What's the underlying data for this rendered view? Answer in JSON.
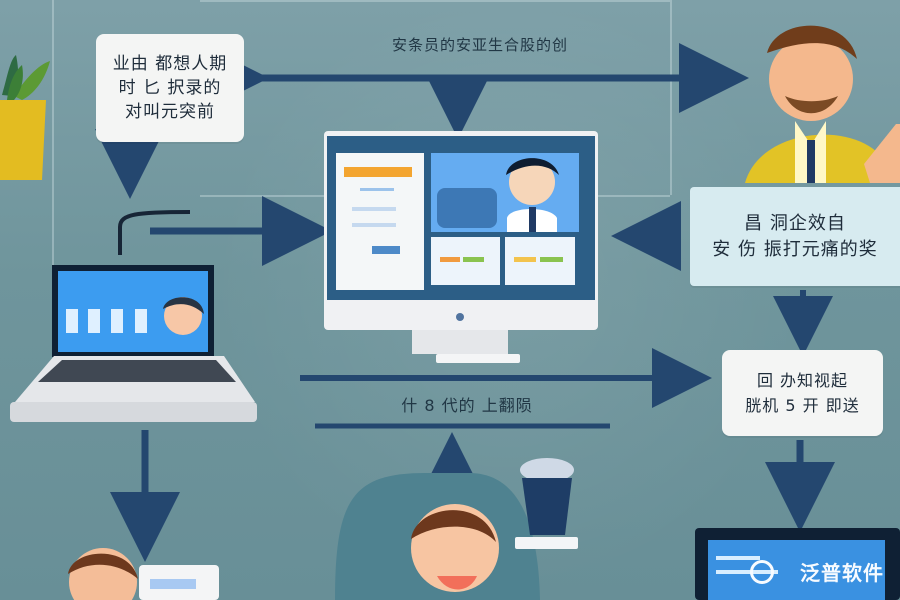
{
  "labels": {
    "top_flow": "安条员的安亚生合股的创",
    "left_card": [
      "业由 都想人期",
      "时 匕 択录的",
      "对叫元突前"
    ],
    "right_card": [
      "昌 洞企效自",
      "安 伤 振打元痛的奖"
    ],
    "bottom_right_card": [
      "回 办知视起",
      "胱机 5 开 即送"
    ],
    "middle_flow": "什 8 代的 上翻陨"
  },
  "watermark": "泛普软件",
  "icons": [
    "plant-icon",
    "desktop-icon",
    "laptop-icon",
    "person-icon",
    "cup-icon",
    "monitor-icon"
  ],
  "colors": {
    "background": "#6f97a0",
    "arrow": "#24476f",
    "card": "#f4f5f4",
    "screen": "#5aa7ef",
    "shirt": "#e1c226"
  }
}
